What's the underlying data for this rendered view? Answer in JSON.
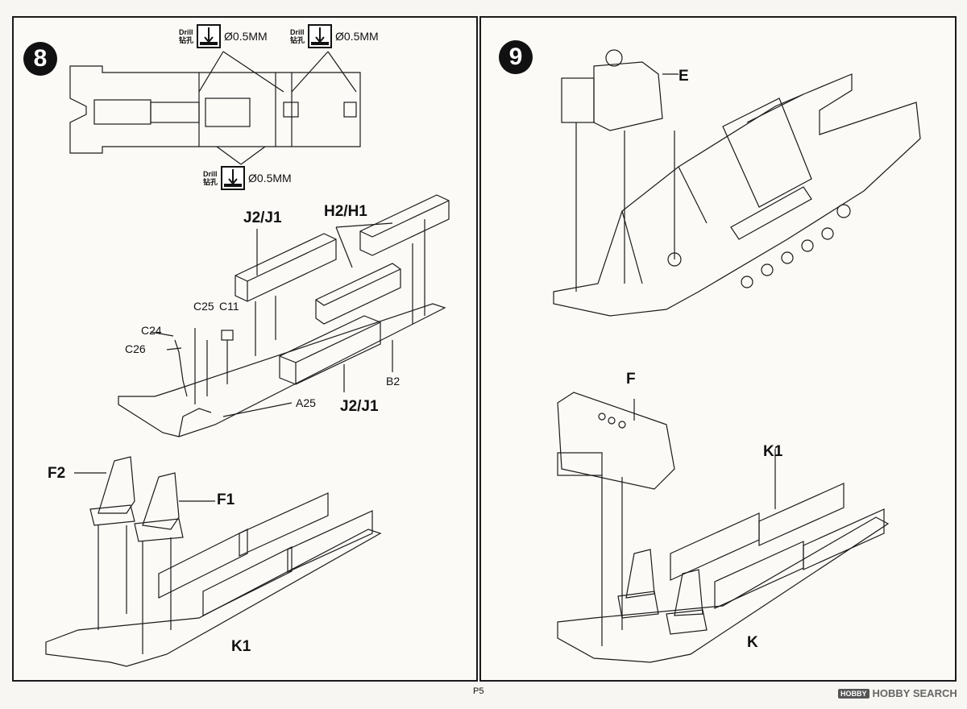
{
  "steps": [
    {
      "number": "8",
      "drill_callouts": [
        {
          "label_en": "Drill",
          "label_zh": "钻孔",
          "size": "Ø0.5MM"
        },
        {
          "label_en": "Drill",
          "label_zh": "钻孔",
          "size": "Ø0.5MM"
        },
        {
          "label_en": "Drill",
          "label_zh": "钻孔",
          "size": "Ø0.5MM"
        }
      ],
      "part_labels": {
        "j2j1_top": "J2/J1",
        "h2h1": "H2/H1",
        "c25": "C25",
        "c11": "C11",
        "c24": "C24",
        "c26": "C26",
        "b2": "B2",
        "a25": "A25",
        "j2j1_bottom": "J2/J1",
        "f2": "F2",
        "f1": "F1",
        "k1": "K1"
      }
    },
    {
      "number": "9",
      "part_labels": {
        "e": "E",
        "f": "F",
        "k1": "K1",
        "k": "K"
      }
    }
  ],
  "page_number": "P5",
  "watermark": {
    "badge": "HOBBY",
    "text": "HOBBY SEARCH"
  },
  "colors": {
    "line": "#1a1a1a",
    "paper": "#fbfaf7",
    "badge": "#111111"
  }
}
